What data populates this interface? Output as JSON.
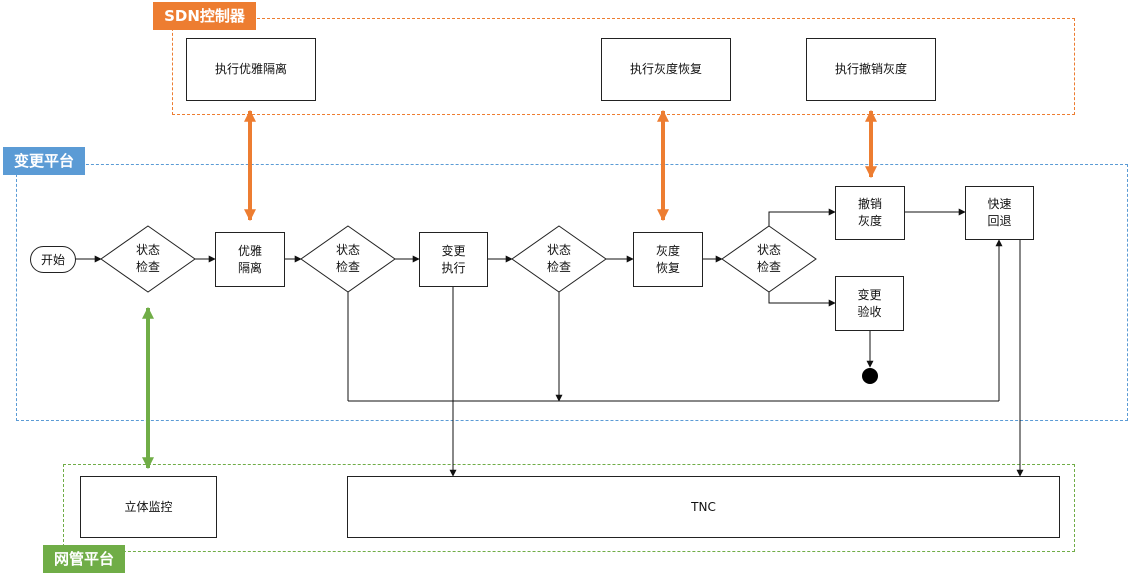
{
  "regions": {
    "sdn": {
      "label": "SDN控制器",
      "color": "#ED7D31"
    },
    "change": {
      "label": "变更平台",
      "color": "#5B9BD5"
    },
    "nms": {
      "label": "网管平台",
      "color": "#70AD47"
    }
  },
  "sdn_boxes": {
    "graceful_isolation": "执行优雅隔离",
    "gray_recovery": "执行灰度恢复",
    "undo_gray": "执行撤销灰度"
  },
  "flow": {
    "start": "开始",
    "check1": "状态\n检查",
    "isolate": "优雅\n隔离",
    "check2": "状态\n检查",
    "execute": "变更\n执行",
    "check3": "状态\n检查",
    "recover": "灰度\n恢复",
    "check4": "状态\n检查",
    "undo": "撤销\n灰度",
    "rollback": "快速\n回退",
    "accept": "变更\n验收"
  },
  "nms_boxes": {
    "monitor": "立体监控",
    "tnc": "TNC"
  }
}
